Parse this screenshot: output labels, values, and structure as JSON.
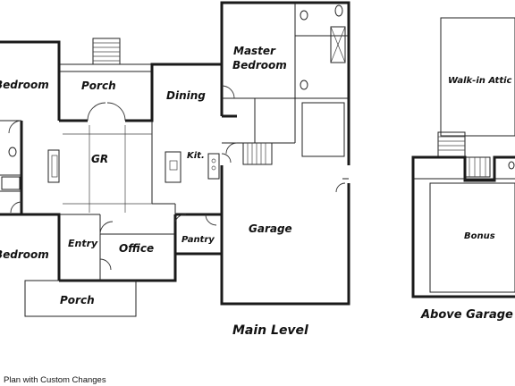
{
  "rooms": {
    "bedroom_top": "Bedroom",
    "porch_rear": "Porch",
    "dining": "Dining",
    "master_line1": "Master",
    "master_line2": "Bedroom",
    "great_room": "GR",
    "kitchen": "Kit.",
    "bedroom_bottom": "Bedroom",
    "entry": "Entry",
    "office": "Office",
    "pantry": "Pantry",
    "garage": "Garage",
    "porch_front": "Porch",
    "walk_in_attic": "Walk-in Attic",
    "bonus": "Bonus"
  },
  "captions": {
    "main_level": "Main Level",
    "above_garage": "Above Garage"
  },
  "footer": "Plan with Custom Changes"
}
